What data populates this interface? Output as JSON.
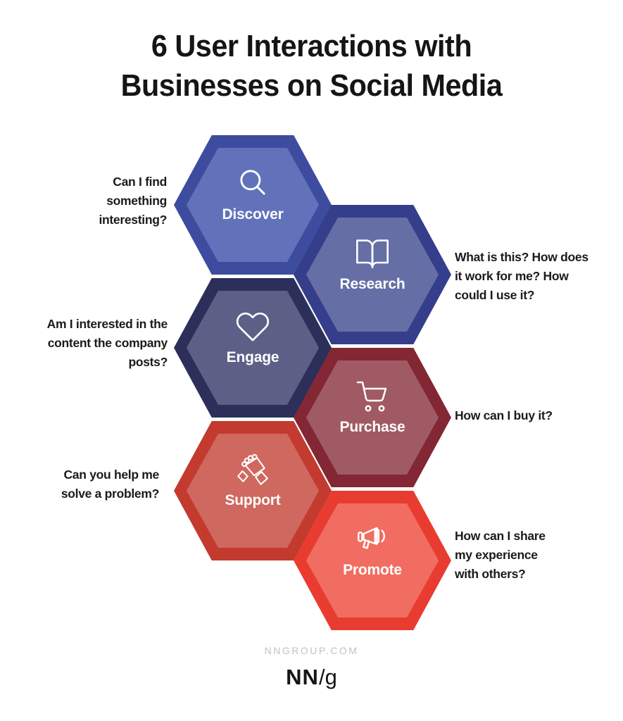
{
  "title": {
    "line1": "6 User Interactions with",
    "line2": "Businesses on Social Media"
  },
  "hexagons": [
    {
      "id": "discover",
      "label": "Discover",
      "icon": "magnifier-icon",
      "outer_color": "#3E4C9F",
      "inner_color": "#6172BB",
      "question": "Can I find something interesting?",
      "question_side": "left"
    },
    {
      "id": "research",
      "label": "Research",
      "icon": "open-book-icon",
      "outer_color": "#353E8B",
      "inner_color": "#666EA6",
      "question": "What is this? How does it work for me? How could I use it?",
      "question_side": "right"
    },
    {
      "id": "engage",
      "label": "Engage",
      "icon": "heart-icon",
      "outer_color": "#2B2F59",
      "inner_color": "#5C6087",
      "question": "Am I interested in the content the company posts?",
      "question_side": "left"
    },
    {
      "id": "purchase",
      "label": "Purchase",
      "icon": "shopping-cart-icon",
      "outer_color": "#822733",
      "inner_color": "#A05A63",
      "question": "How can I buy it?",
      "question_side": "right"
    },
    {
      "id": "support",
      "label": "Support",
      "icon": "handshake-icon",
      "outer_color": "#C33A2E",
      "inner_color": "#CF685E",
      "question": "Can you help me solve a problem?",
      "question_side": "left"
    },
    {
      "id": "promote",
      "label": "Promote",
      "icon": "megaphone-icon",
      "outer_color": "#E93C30",
      "inner_color": "#F16D61",
      "question": "How can I share my experience with others?",
      "question_side": "right"
    }
  ],
  "footer": {
    "website": "NNGROUP.COM",
    "logo_bold": "NN",
    "logo_rest": "/g"
  }
}
